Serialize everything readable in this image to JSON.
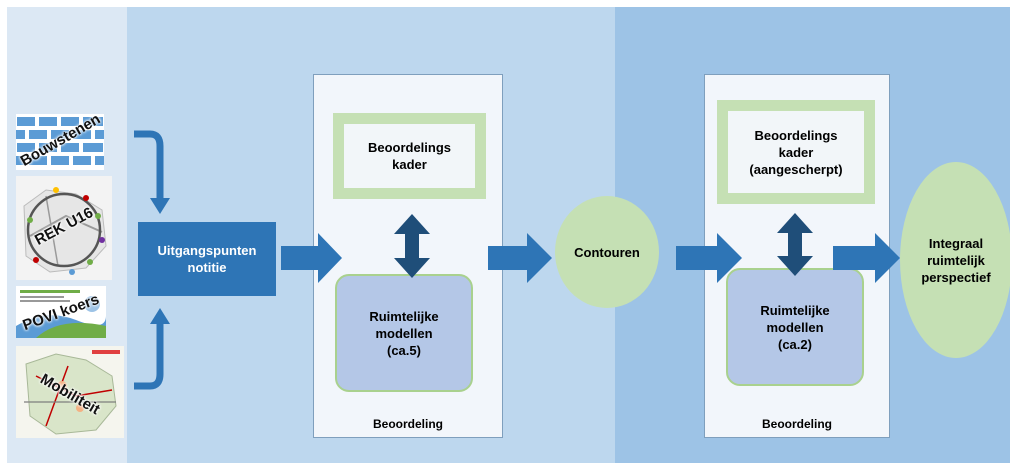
{
  "sources": [
    {
      "label": "Bouwstenen",
      "icon": "brick-wall-icon"
    },
    {
      "label": "REK U16",
      "icon": "region-map-icon"
    },
    {
      "label": "POVI koers",
      "icon": "document-cover-icon"
    },
    {
      "label": "Mobiliteit",
      "icon": "mobility-map-icon"
    }
  ],
  "uitgangspunten": "Uitgangspunten\nnotitie",
  "phase1": {
    "kader": "Beoordelings\nkader",
    "modellen": "Ruimtelijke\nmodellen\n(ca.5)",
    "footer": "Beoordeling"
  },
  "contouren": "Contouren",
  "phase2": {
    "kader": "Beoordelings\nkader\n(aangescherpt)",
    "modellen": "Ruimtelijke\nmodellen\n(ca.2)",
    "footer": "Beoordeling"
  },
  "result": "Integraal\nruimtelijk\nperspectief",
  "colors": {
    "arrow": "#2e75b6",
    "double_arrow": "#1f4e79",
    "green": "#c5e0b4",
    "model": "#b4c7e7",
    "band_light": "#dce8f4",
    "band_mid": "#bdd7ee",
    "band_dark": "#9dc3e6"
  }
}
